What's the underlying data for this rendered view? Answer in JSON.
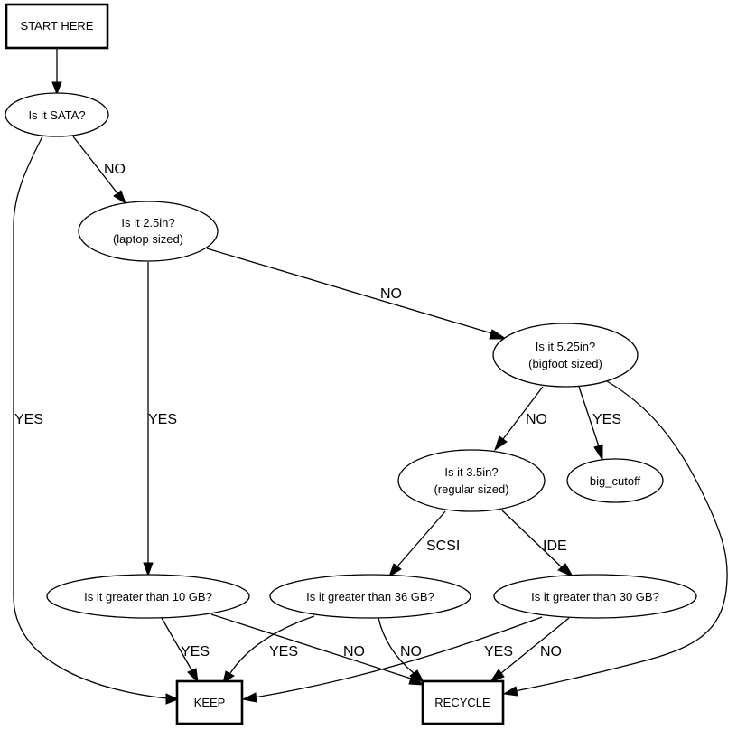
{
  "diagram": {
    "type": "flowchart",
    "nodes": {
      "start": {
        "label": "START HERE",
        "shape": "box"
      },
      "sata": {
        "label": "Is it SATA?",
        "shape": "ellipse"
      },
      "laptop": {
        "label_line1": "Is it 2.5in?",
        "label_line2": "(laptop sized)",
        "shape": "ellipse"
      },
      "bigfoot": {
        "label_line1": "Is it 5.25in?",
        "label_line2": "(bigfoot sized)",
        "shape": "ellipse"
      },
      "regular": {
        "label_line1": "Is it 3.5in?",
        "label_line2": "(regular sized)",
        "shape": "ellipse"
      },
      "big_cutoff": {
        "label": "big_cutoff",
        "shape": "ellipse"
      },
      "gt10": {
        "label": "Is it greater than 10 GB?",
        "shape": "ellipse"
      },
      "gt36": {
        "label": "Is it greater than 36 GB?",
        "shape": "ellipse"
      },
      "gt30": {
        "label": "Is it greater than 30 GB?",
        "shape": "ellipse"
      },
      "keep": {
        "label": "KEEP",
        "shape": "box"
      },
      "recycle": {
        "label": "RECYCLE",
        "shape": "box"
      }
    },
    "edges": [
      {
        "from": "start",
        "to": "sata",
        "label": ""
      },
      {
        "from": "sata",
        "to": "laptop",
        "label": "NO"
      },
      {
        "from": "sata",
        "to": "keep",
        "label": "YES"
      },
      {
        "from": "laptop",
        "to": "bigfoot",
        "label": "NO"
      },
      {
        "from": "laptop",
        "to": "gt10",
        "label": "YES"
      },
      {
        "from": "bigfoot",
        "to": "regular",
        "label": "NO"
      },
      {
        "from": "bigfoot",
        "to": "big_cutoff",
        "label": "YES"
      },
      {
        "from": "bigfoot",
        "to": "recycle",
        "label": ""
      },
      {
        "from": "regular",
        "to": "gt36",
        "label": "SCSI"
      },
      {
        "from": "regular",
        "to": "gt30",
        "label": "IDE"
      },
      {
        "from": "gt10",
        "to": "keep",
        "label": "YES"
      },
      {
        "from": "gt10",
        "to": "recycle",
        "label": "NO"
      },
      {
        "from": "gt36",
        "to": "keep",
        "label": "YES"
      },
      {
        "from": "gt36",
        "to": "recycle",
        "label": "NO"
      },
      {
        "from": "gt30",
        "to": "keep",
        "label": "YES"
      },
      {
        "from": "gt30",
        "to": "recycle",
        "label": "NO"
      }
    ]
  }
}
